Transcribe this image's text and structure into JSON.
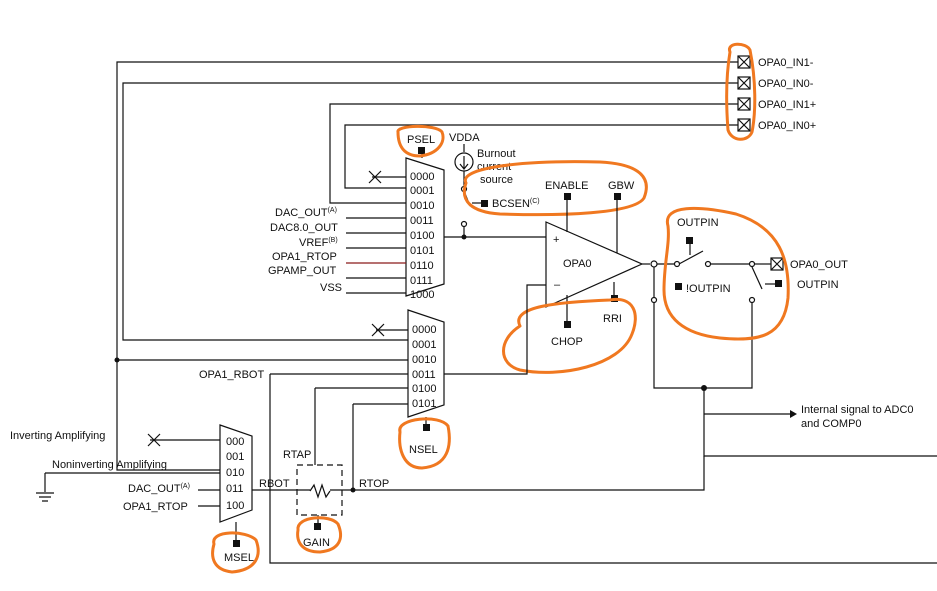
{
  "pins": [
    "OPA0_IN1-",
    "OPA0_IN0-",
    "OPA0_IN1+",
    "OPA0_IN0+"
  ],
  "psel": {
    "label": "PSEL",
    "codes": [
      "0000",
      "0001",
      "0010",
      "0011",
      "0100",
      "0101",
      "0110",
      "0111",
      "1000"
    ],
    "inputs": [
      "DAC_OUT",
      "DAC8.0_OUT",
      "VREF",
      "OPA1_RTOP",
      "GPAMP_OUT",
      "VSS"
    ],
    "dac_sup": "(A)",
    "vref_sup": "(B)"
  },
  "nsel": {
    "label": "NSEL",
    "codes": [
      "0000",
      "0001",
      "0010",
      "0011",
      "0100",
      "0101"
    ],
    "rbot_label": "OPA1_RBOT"
  },
  "msel": {
    "label": "MSEL",
    "codes": [
      "000",
      "001",
      "010",
      "011",
      "100"
    ],
    "inputs": [
      "Inverting Amplifying",
      "Noninverting Amplifying",
      "DAC_OUT",
      "OPA1_RTOP"
    ],
    "dac_sup": "(A)"
  },
  "burnout": {
    "vdda": "VDDA",
    "text": [
      "Burnout",
      "current",
      "source"
    ],
    "bcsen": "BCSEN",
    "bcsen_sup": "(C)"
  },
  "opamp": {
    "name": "OPA0",
    "plus": "+",
    "minus": "–",
    "enable": "ENABLE",
    "gbw": "GBW",
    "chop": "CHOP",
    "rri": "RRI"
  },
  "output": {
    "outpin_top": "OUTPIN",
    "not_outpin": "!OUTPIN",
    "outpin_right": "OUTPIN",
    "pin": "OPA0_OUT",
    "internal": [
      "Internal signal to ADC0",
      "and COMP0"
    ]
  },
  "resistor": {
    "rtap": "RTAP",
    "rbot": "RBOT",
    "rtop": "RTOP",
    "gain": "GAIN"
  },
  "colors": {
    "highlight": "#f07820",
    "line": "#111111",
    "red_wire": "#8a1a1a"
  }
}
